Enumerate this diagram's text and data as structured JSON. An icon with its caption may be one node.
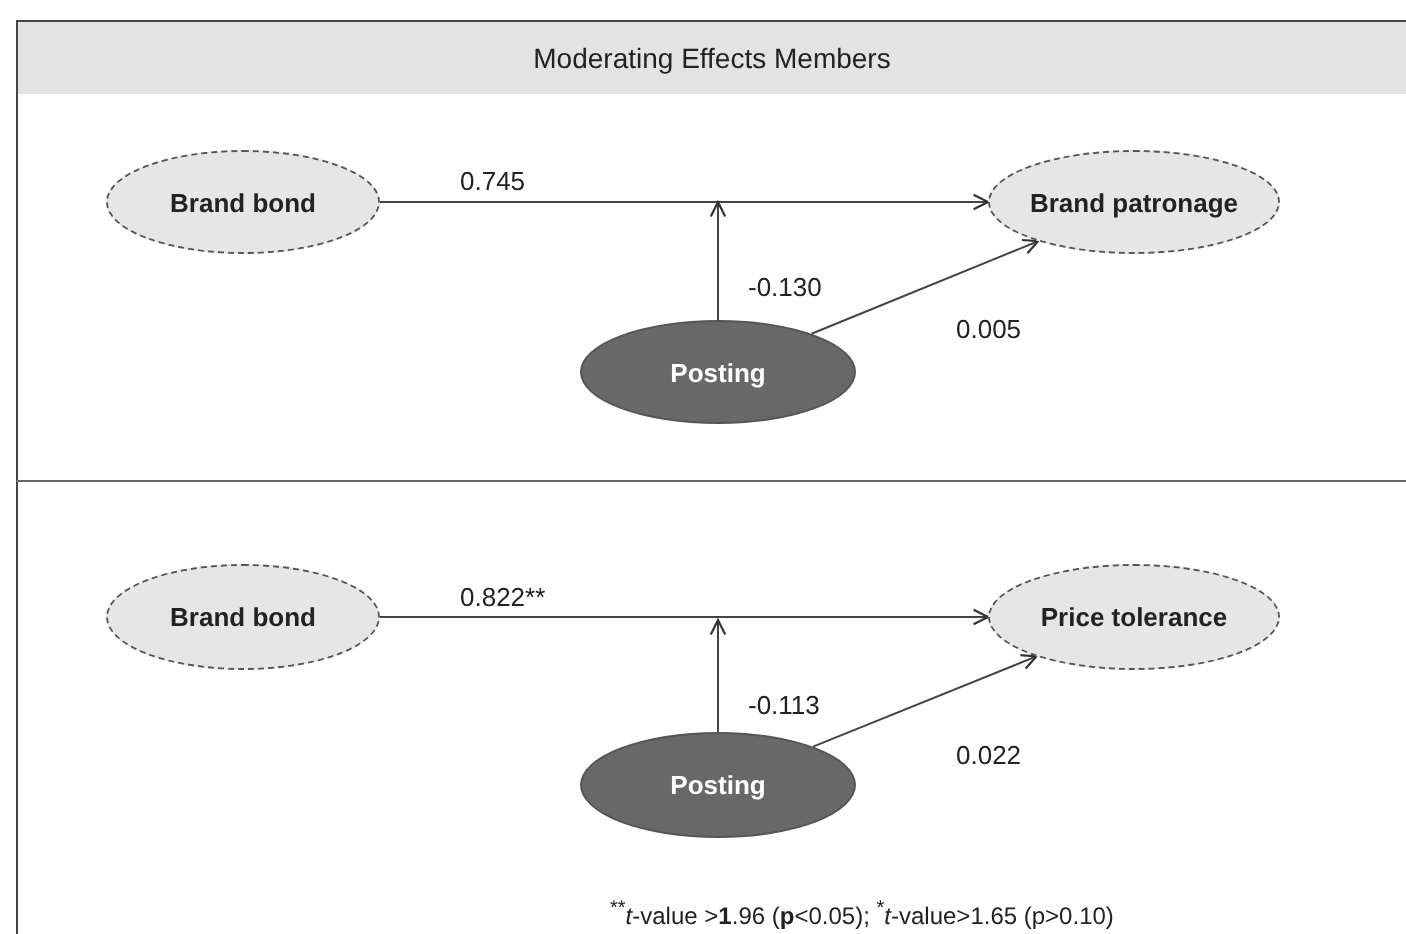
{
  "diagram": {
    "title": "Moderating Effects Members",
    "nodes": [
      {
        "text": [
          "Brand bond"
        ]
      },
      {
        "text": [
          "Brand patronage"
        ]
      },
      {
        "text": [
          "Posting"
        ]
      },
      {
        "text": [
          "Brand bond"
        ]
      },
      {
        "text": [
          "Price tolerance"
        ]
      },
      {
        "text": [
          "Posting"
        ]
      }
    ],
    "edges": [
      {
        "from": 0,
        "to": 1,
        "arrow": "to",
        "label": "0.745"
      },
      {
        "from": 2,
        "to": null,
        "arrow": "to",
        "label": "-0.130"
      },
      {
        "from": 2,
        "to": 1,
        "arrow": "to",
        "label": "0.005"
      },
      {
        "from": 3,
        "to": 4,
        "arrow": "to",
        "label": "0.822**"
      },
      {
        "from": 5,
        "to": null,
        "arrow": "to",
        "label": "-0.113"
      },
      {
        "from": 5,
        "to": 4,
        "arrow": "to",
        "label": "0.022"
      }
    ],
    "labels": [
      "$^{**}$*t*-value >**1**.96 (**p**<0.05); $^{*}$*t*-value>1.65 (p>0.10)"
    ]
  }
}
